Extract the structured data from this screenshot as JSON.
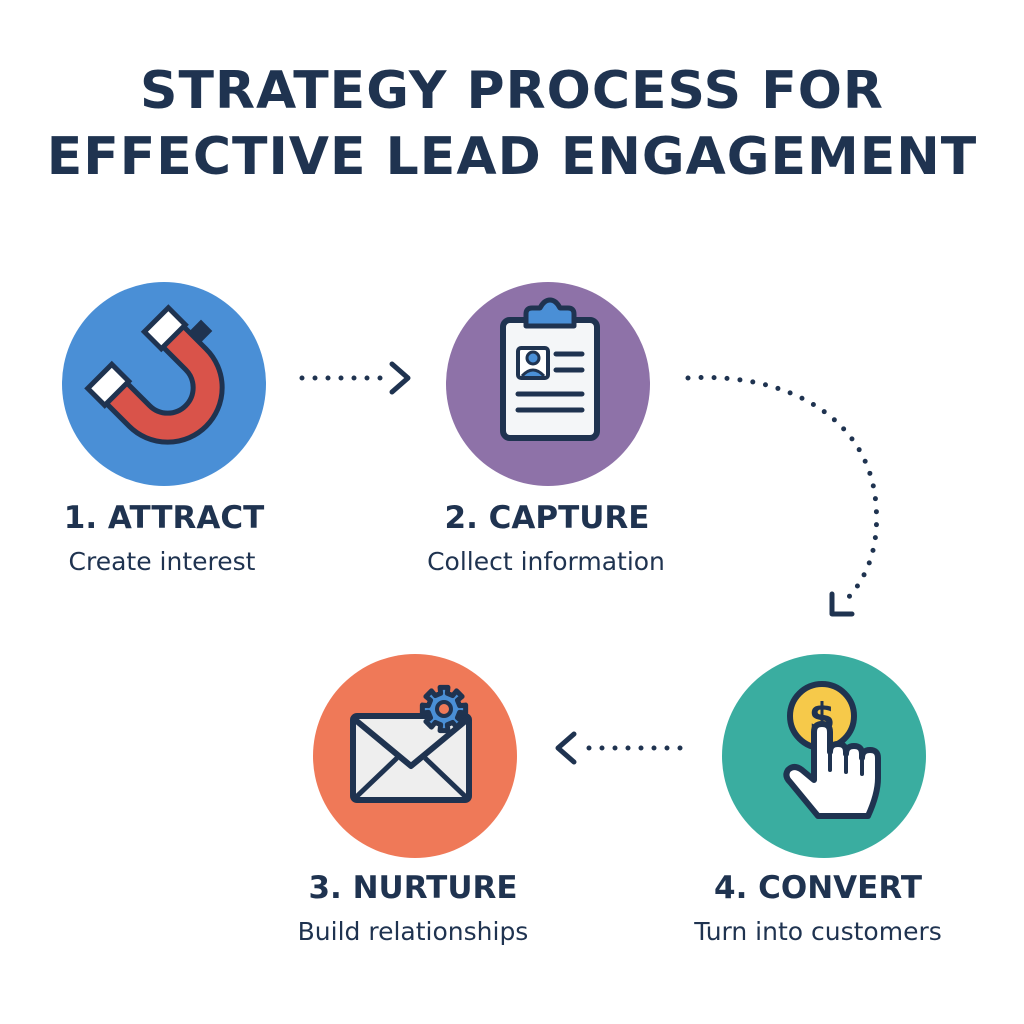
{
  "title": {
    "line1": "STRATEGY PROCESS FOR",
    "line2": "EFFECTIVE LEAD ENGAGEMENT"
  },
  "colors": {
    "text": "#1f3350",
    "attract": "#4a8fd6",
    "capture": "#8e72a8",
    "nurture": "#ef7958",
    "convert": "#3aada0",
    "magnet": "#d9534a",
    "coin": "#f6c94a"
  },
  "steps": [
    {
      "id": "attract",
      "title": "1. ATTRACT",
      "desc": "Create interest",
      "icon": "magnet-icon"
    },
    {
      "id": "capture",
      "title": "2. CAPTURE",
      "desc": "Collect information",
      "icon": "clipboard-icon"
    },
    {
      "id": "nurture",
      "title": "3. NURTURE",
      "desc": "Build relationships",
      "icon": "envelope-gear-icon"
    },
    {
      "id": "convert",
      "title": "4. CONVERT",
      "desc": "Turn into customers",
      "icon": "coin-hand-icon"
    }
  ],
  "coin_symbol": "$"
}
